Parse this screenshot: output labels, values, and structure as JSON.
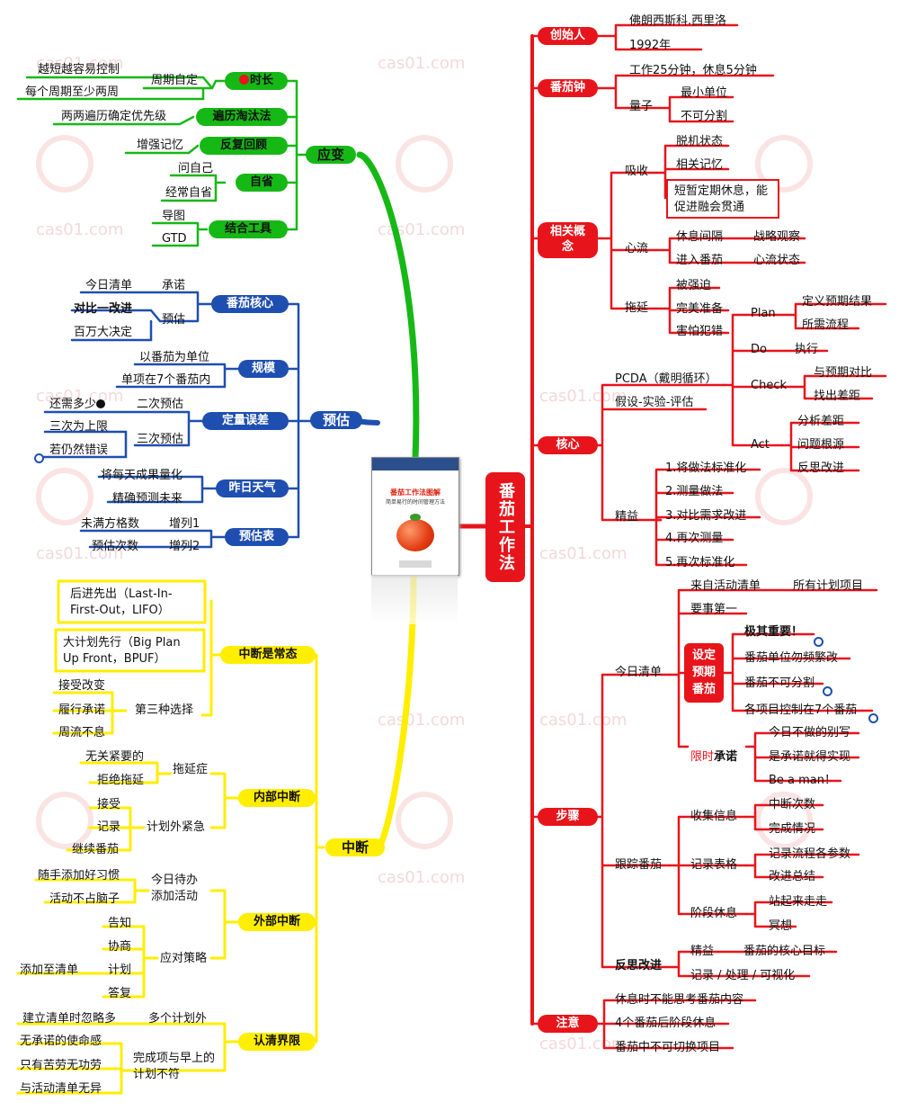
{
  "center": {
    "title": "番茄工作法"
  },
  "book": {
    "title": "番茄工作法图解",
    "subtitle": "简单易行的时间管理方法"
  },
  "watermark": {
    "text": "cas01.com"
  },
  "colors": {
    "red": "#e8141b",
    "green": "#16b816",
    "blue": "#1e4fb0",
    "yellow": "#ffee00"
  },
  "right": {
    "founder": {
      "label": "创始人",
      "items": [
        "佛朗西斯科.西里洛",
        "1992年"
      ]
    },
    "clock": {
      "label": "番茄钟",
      "work": "工作25分钟，休息5分钟",
      "quantum": "量子",
      "quantum_items": [
        "最小单位",
        "不可分割"
      ]
    },
    "concepts": {
      "label": "相关概念",
      "absorb": "吸收",
      "absorb_items": [
        "脱机状态",
        "相关记忆",
        "短暂定期休息，能促进融会贯通"
      ],
      "flow": "心流",
      "flow_rows": [
        [
          "休息间隔",
          "战略观察"
        ],
        [
          "进入番茄",
          "心流状态"
        ]
      ],
      "procrastinate": "拖延",
      "procrastinate_items": [
        "被强迫",
        "完美准备",
        "害怕犯错"
      ]
    },
    "core": {
      "label": "核心",
      "pdca": "PCDA（戴明循环）",
      "hypothesis": "假设-实验-评估",
      "plan": "Plan",
      "plan_items": [
        "定义预期结果",
        "所需流程"
      ],
      "do": "Do",
      "do_item": "执行",
      "check": "Check",
      "check_items": [
        "与预期对比",
        "找出差距"
      ],
      "act": "Act",
      "act_items": [
        "分析差距",
        "问题根源",
        "反思改进"
      ],
      "lean": "精益",
      "lean_items": [
        "1.将做法标准化",
        "2.测量做法",
        "3.对比需求改进",
        "4.再次测量",
        "5.再次标准化"
      ]
    },
    "steps": {
      "label": "步骤",
      "today": "今日清单",
      "from_list": "来自活动清单",
      "all_items": "所有计划项目",
      "first": "要事第一",
      "set_tomato": "设定预期番茄",
      "set_items": [
        "极其重要！",
        "番茄单位勿频繁改",
        "番茄不可分割",
        "各项目控制在7个番茄"
      ],
      "limit_prefix": "限时",
      "commit": "承诺",
      "commit_items": [
        "今日不做的别写",
        "是承诺就得实现",
        "Be a man！"
      ],
      "track": "跟踪番茄",
      "collect": "收集信息",
      "collect_items": [
        "中断次数",
        "完成情况"
      ],
      "record": "记录表格",
      "record_items": [
        "记录流程各参数",
        "改进总结"
      ],
      "phase": "阶段休息",
      "phase_items": [
        "站起来走走",
        "冥想"
      ],
      "reflect": "反思改进",
      "lean": "精益",
      "lean_goal": "番茄的核心目标",
      "visual": "记录 / 处理 / 可视化"
    },
    "notes": {
      "label": "注意",
      "items": [
        "休息时不能思考番茄内容",
        "4个番茄后阶段休息",
        "番茄中不可切换项目"
      ]
    }
  },
  "left": {
    "adapt": {
      "label": "应变",
      "duration": "时长",
      "cycle": "周期自定",
      "cycle_items": [
        "越短越容易控制",
        "每个周期至少两周"
      ],
      "traverse": "遍历淘汰法",
      "traverse_item": "两两遍历确定优先级",
      "review": "反复回顾",
      "review_item": "增强记忆",
      "introspect": "自省",
      "introspect_items": [
        "问自己",
        "经常自省"
      ],
      "tools": "结合工具",
      "tools_items": [
        "导图",
        "GTD"
      ]
    },
    "estimate": {
      "label": "预估",
      "core": "番茄核心",
      "promise": "承诺",
      "today_list": "今日清单",
      "predict": "预估",
      "predict_items": [
        "对比一改进",
        "百万大决定"
      ],
      "scale": "规模",
      "scale_items": [
        "以番茄为单位",
        "单项在7个番茄内"
      ],
      "error": "定量误差",
      "second": "二次预估",
      "remain": "还需多少",
      "third": "三次预估",
      "third_items": [
        "三次为上限",
        "若仍然错误"
      ],
      "weather": "昨日天气",
      "weather_items": [
        "将每天成果量化",
        "精确预测未来"
      ],
      "table": "预估表",
      "add1": "增列1",
      "add1_item": "未满方格数",
      "add2": "增列2",
      "add2_item": "预估次数"
    },
    "interrupt": {
      "label": "中断",
      "normal": "中断是常态",
      "lifo": "后进先出（Last-In-First-Out，LIFO）",
      "bpuf": "大计划先行（Big Plan Up Front，BPUF）",
      "third_choice": "第三种选择",
      "third_items": [
        "接受改变",
        "履行承诺",
        "周流不息"
      ],
      "internal": "内部中断",
      "procrast": "拖延症",
      "procrast_items": [
        "无关紧要的",
        "拒绝拖延"
      ],
      "unplanned": "计划外紧急",
      "unplanned_items": [
        "接受",
        "记录",
        "继续番茄"
      ],
      "external": "外部中断",
      "today_add": "今日待办添加活动",
      "today_add_items": [
        "随手添加好习惯",
        "活动不占脑子"
      ],
      "strategy": "应对策略",
      "strategy_items": [
        "告知",
        "协商",
        "计划",
        "答复"
      ],
      "add_list": "添加至清单",
      "limits": "认清界限",
      "multi": "多个计划外",
      "multi_item": "建立清单时忽略多",
      "mismatch": "完成项与早上的计划不符",
      "mismatch_items": [
        "无承诺的使命感",
        "只有苦劳无功劳",
        "与活动清单无异"
      ]
    }
  }
}
